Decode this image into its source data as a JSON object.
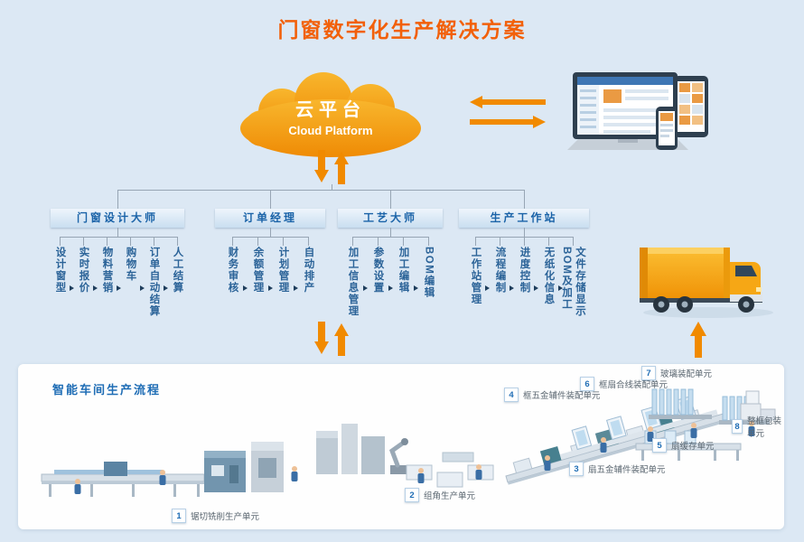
{
  "title": "门窗数字化生产解决方案",
  "cloud": {
    "name_cn": "云平台",
    "name_en": "Cloud Platform"
  },
  "tree": {
    "branches": [
      {
        "label": "门窗设计大师",
        "children": [
          "设计窗型",
          "实时报价",
          "物料营销",
          "购物车",
          "订单自动结算",
          "人工结算"
        ]
      },
      {
        "label": "订单经理",
        "children": [
          "财务审核",
          "余额管理",
          "计划管理",
          "自动排产"
        ]
      },
      {
        "label": "工艺大师",
        "children": [
          "加工信息管理",
          "参数设置",
          "加工编辑",
          "BOM编辑"
        ]
      },
      {
        "label": "生产工作站",
        "children": [
          "工作站管理",
          "流程编制",
          "进度控制",
          "无纸化信息",
          "文件存储显示\nBOM及加工"
        ]
      }
    ]
  },
  "workshop": {
    "title": "智能车间生产流程",
    "stations": [
      {
        "num": "1",
        "label": "锯切铣削生产单元"
      },
      {
        "num": "2",
        "label": "组角生产单元"
      },
      {
        "num": "3",
        "label": "扇五金辅件装配单元"
      },
      {
        "num": "4",
        "label": "框五金辅件装配单元"
      },
      {
        "num": "5",
        "label": "扇缓存单元"
      },
      {
        "num": "6",
        "label": "框扇合线装配单元"
      },
      {
        "num": "7",
        "label": "玻璃装配单元"
      },
      {
        "num": "8",
        "label": "整框包装单元"
      }
    ]
  },
  "illustrations": {
    "cloud": "cloud-shape",
    "devices": "laptop-tablet-phone-mockup",
    "truck": "delivery-truck",
    "factory": "workshop-isometric-scene"
  },
  "colors": {
    "background": "#dce8f4",
    "title": "#f2600a",
    "accent_orange": "#f18a00",
    "blue": "#1f6db5",
    "tree_text": "#2b6398",
    "connector_line": "#97a5b4",
    "panel": "#ffffff"
  }
}
